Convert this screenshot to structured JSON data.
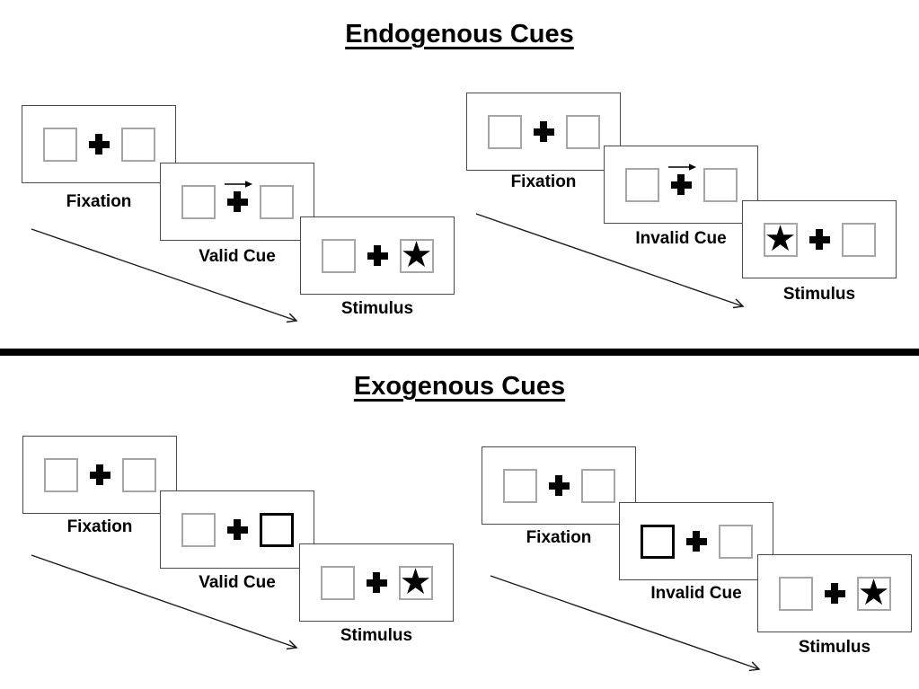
{
  "colors": {
    "background": "#ffffff",
    "panel_border": "#4a4a4a",
    "placeholder_box_border": "#a6a6a6",
    "bold_cue_box_border": "#000000",
    "ink": "#000000"
  },
  "icons": {
    "star": "★",
    "fixation_cross": "plus-cross",
    "cue_arrow": "right-arrow",
    "timeline_arrow": "diagonal-arrow"
  },
  "endogenous": {
    "title": "Endogenous Cues",
    "valid": {
      "fixation": "Fixation",
      "cue": "Valid Cue",
      "stimulus": "Stimulus"
    },
    "invalid": {
      "fixation": "Fixation",
      "cue": "Invalid Cue",
      "stimulus": "Stimulus"
    }
  },
  "exogenous": {
    "title": "Exogenous Cues",
    "valid": {
      "fixation": "Fixation",
      "cue": "Valid Cue",
      "stimulus": "Stimulus"
    },
    "invalid": {
      "fixation": "Fixation",
      "cue": "Invalid Cue",
      "stimulus": "Stimulus"
    }
  }
}
